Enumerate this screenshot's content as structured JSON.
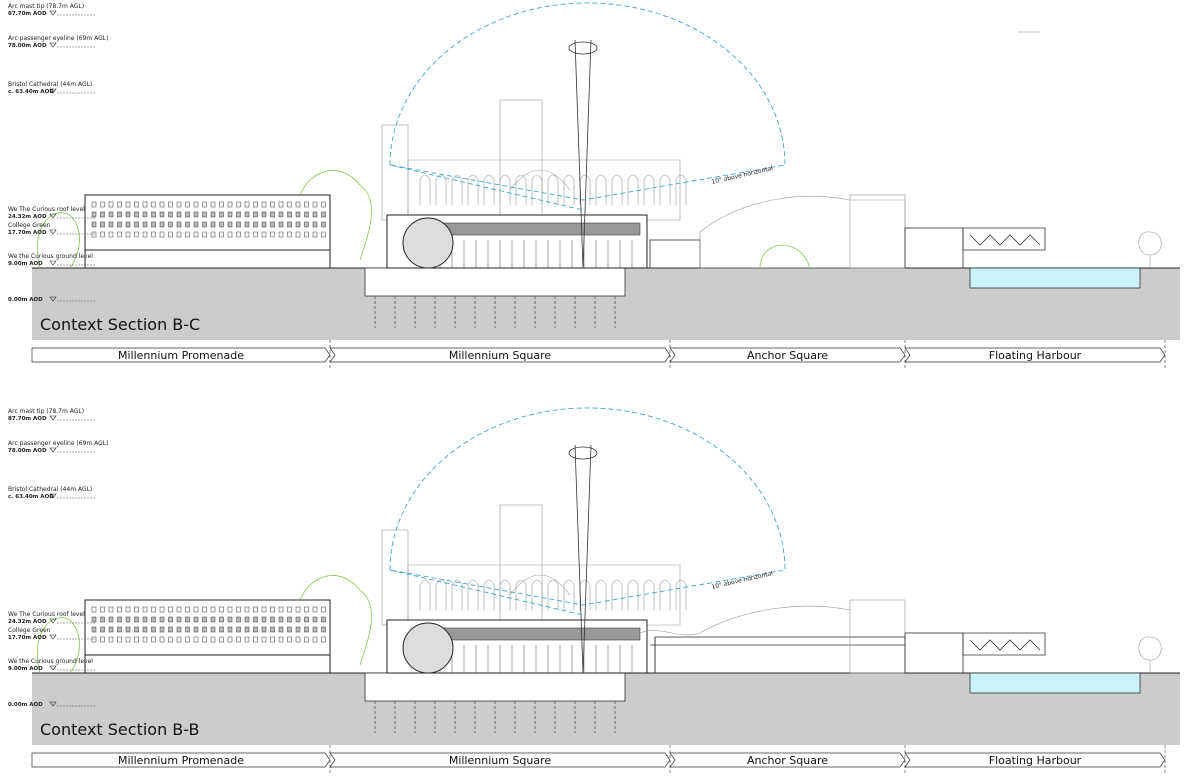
{
  "sections": [
    {
      "title": "Context Section B-C",
      "levels": [
        {
          "name": "Arc mast tip (78.7m AGL)",
          "value": "87.70m AOD"
        },
        {
          "name": "Arc passenger eyeline (69m AGL)",
          "value": "78.00m AOD"
        },
        {
          "name": "Bristol Cathedral (44m AGL)",
          "value": "c. 63.40m AOD"
        },
        {
          "name": "We The Curious roof level",
          "value": "24.32m AOD"
        },
        {
          "name": "College Green",
          "value": "17.70m AOD"
        },
        {
          "name": "We the Curious ground level",
          "value": "9.00m AOD"
        },
        {
          "name": "",
          "value": "0.00m AOD"
        }
      ],
      "angle_note": "10° above horizontal",
      "zones": [
        "Millennium Promenade",
        "Millennium Square",
        "Anchor Square",
        "Floating Harbour"
      ]
    },
    {
      "title": "Context Section B-B",
      "levels": [
        {
          "name": "Arc mast tip (78.7m AGL)",
          "value": "87.70m AOD"
        },
        {
          "name": "Arc passenger eyeline (69m AGL)",
          "value": "78.00m AOD"
        },
        {
          "name": "Bristol Cathedral (44m AGL)",
          "value": "c. 63.40m AOD"
        },
        {
          "name": "We The Curious roof level",
          "value": "24.32m AOD"
        },
        {
          "name": "College Green",
          "value": "17.70m AOD"
        },
        {
          "name": "We the Curious ground level",
          "value": "9.00m AOD"
        },
        {
          "name": "",
          "value": "0.00m AOD"
        }
      ],
      "angle_note": "10° above horizontal",
      "zones": [
        "Millennium Promenade",
        "Millennium Square",
        "Anchor Square",
        "Floating Harbour"
      ]
    }
  ],
  "colors": {
    "ground": "#cccccc",
    "water": "#c9f3f7",
    "sightline": "#4aa3c8",
    "trees": "#7cbf3a"
  }
}
